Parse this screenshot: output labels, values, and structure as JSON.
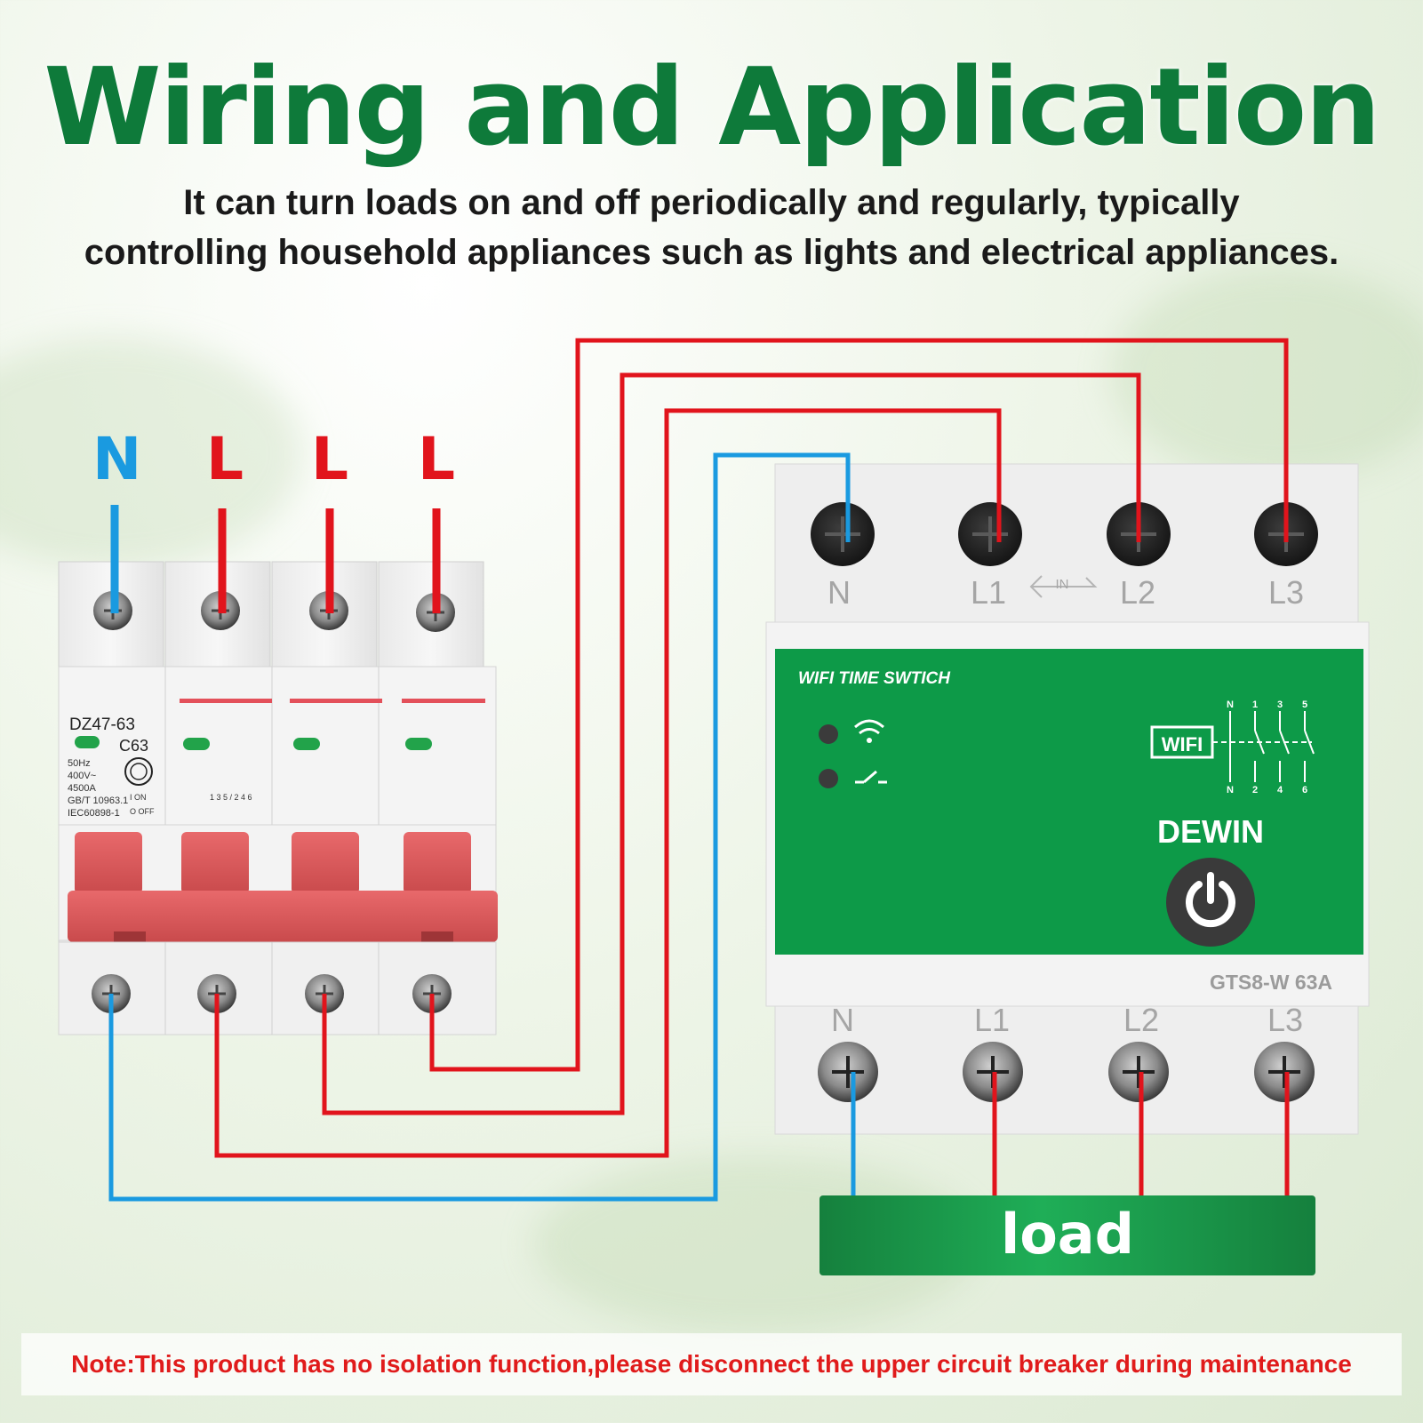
{
  "title": "Wiring and Application",
  "subtitle": {
    "line1": "It can turn loads on and off periodically and regularly, typically",
    "line2": "controlling household appliances such as lights and electrical appliances."
  },
  "breaker": {
    "pole_labels": [
      "N",
      "L",
      "L",
      "L"
    ],
    "model": "DZ47-63",
    "rating": "C63",
    "spec_lines": [
      "50Hz",
      "400V~",
      "4500A",
      "GB/T 10963.1",
      "IEC60898-1"
    ],
    "on_label": "I ON",
    "off_label": "O OFF",
    "terminal_marks": "1 3 5 / 2 4 6"
  },
  "switch": {
    "top_terminals": [
      "N",
      "L1",
      "L2",
      "L3"
    ],
    "bottom_terminals": [
      "N",
      "L1",
      "L2",
      "L3"
    ],
    "in_label": "IN",
    "product_label": "WIFI TIME SWTICH",
    "wifi_badge": "WIFI",
    "diagram_top": [
      "N",
      "1",
      "3",
      "5"
    ],
    "diagram_bottom": [
      "N",
      "2",
      "4",
      "6"
    ],
    "brand": "DEWIN",
    "model": "GTS8-W 63A"
  },
  "load_label": "load",
  "note": "Note:This product has no isolation function,please disconnect the upper circuit breaker during maintenance",
  "colors": {
    "title_green": "#0e7a3a",
    "live_red": "#e1141c",
    "neutral_blue": "#1a9ae0",
    "panel_green": "#0d9a48",
    "note_red": "#e01b1b"
  }
}
